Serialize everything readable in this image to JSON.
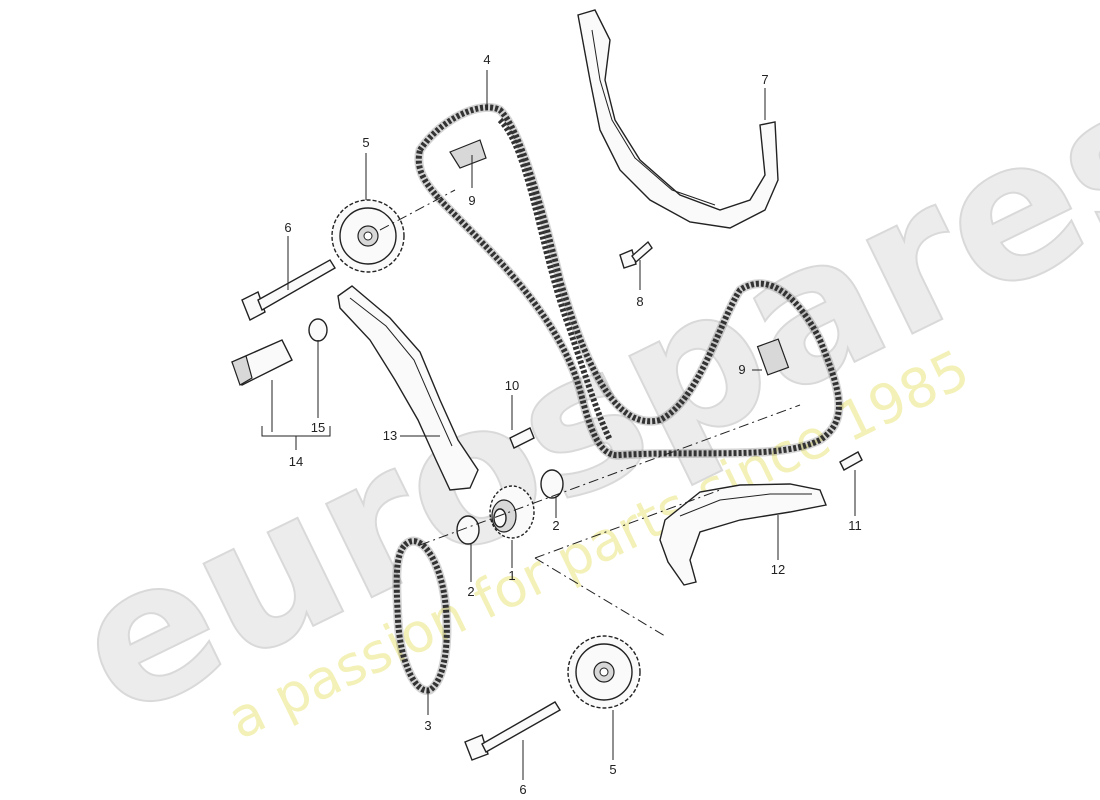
{
  "watermark": {
    "brand": "eurospares",
    "tagline": "a passion for parts since 1985"
  },
  "callouts": {
    "c1": "1",
    "c2a": "2",
    "c2b": "2",
    "c3": "3",
    "c4": "4",
    "c5a": "5",
    "c5b": "5",
    "c6a": "6",
    "c6b": "6",
    "c7": "7",
    "c8": "8",
    "c9a": "9",
    "c9b": "9",
    "c10": "10",
    "c11": "11",
    "c12": "12",
    "c13": "13",
    "c14": "14",
    "c15": "15"
  },
  "colors": {
    "watermark_brand": "#ececec",
    "watermark_tagline": "#f3f1b8",
    "line": "#222222"
  }
}
